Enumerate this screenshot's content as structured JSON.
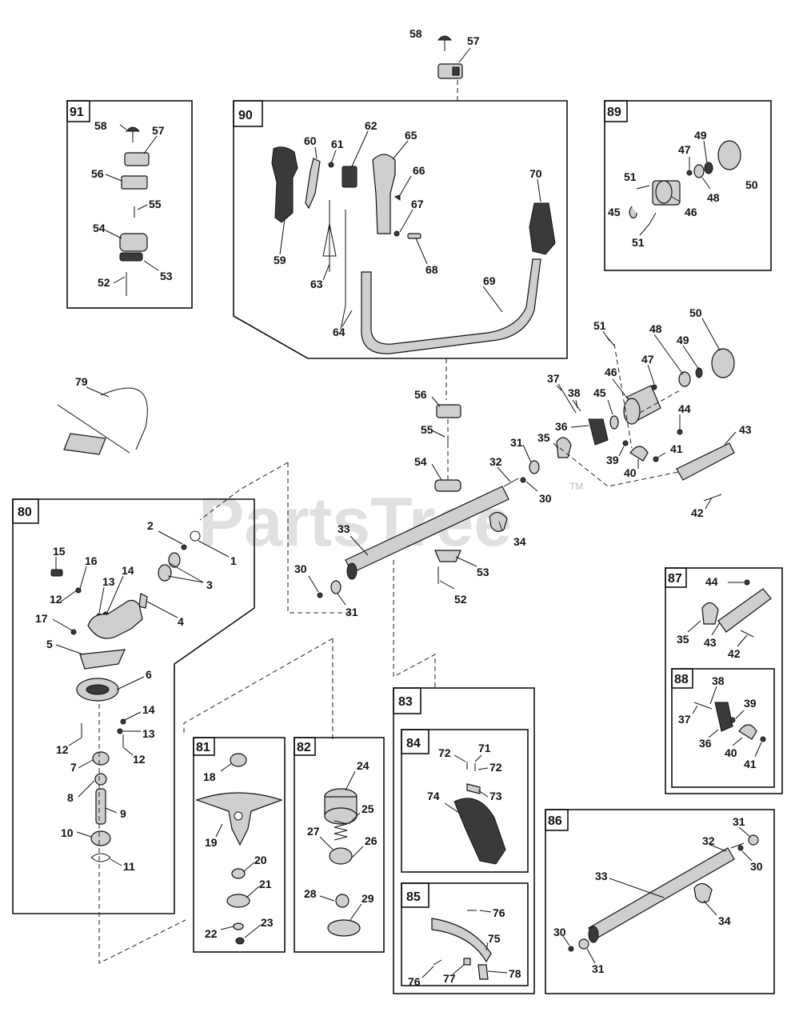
{
  "watermark": {
    "text": "PartsTree",
    "tm": "TM"
  },
  "boxes": {
    "b80": "80",
    "b81": "81",
    "b82": "82",
    "b83": "83",
    "b84": "84",
    "b85": "85",
    "b86": "86",
    "b87": "87",
    "b88": "88",
    "b89": "89",
    "b90": "90",
    "b91": "91"
  },
  "labels": {
    "top58": "58",
    "top57": "57",
    "g91_58": "58",
    "g91_57": "57",
    "g91_56": "56",
    "g91_55": "55",
    "g91_54": "54",
    "g91_53": "53",
    "g91_52": "52",
    "g90_60": "60",
    "g90_61": "61",
    "g90_62": "62",
    "g90_65": "65",
    "g90_66": "66",
    "g90_67": "67",
    "g90_68": "68",
    "g90_70": "70",
    "g90_59": "59",
    "g90_63": "63",
    "g90_69": "69",
    "g90_64": "64",
    "g89_49": "49",
    "g89_47": "47",
    "g89_51a": "51",
    "g89_45": "45",
    "g89_46": "46",
    "g89_48": "48",
    "g89_50": "50",
    "g89_51b": "51",
    "m79": "79",
    "m51": "51",
    "m48": "48",
    "m49": "49",
    "m50": "50",
    "m47": "47",
    "m46": "46",
    "m37": "37",
    "m38": "38",
    "m45": "45",
    "m44": "44",
    "m43": "43",
    "m36": "36",
    "m35": "35",
    "m31": "31",
    "m39": "39",
    "m41": "41",
    "m40": "40",
    "m32": "32",
    "m30": "30",
    "m42": "42",
    "m56": "56",
    "m55": "55",
    "m54": "54",
    "m34": "34",
    "m33": "33",
    "m53": "53",
    "m52": "52",
    "m30b": "30",
    "m31b": "31",
    "g80_2": "2",
    "g80_1": "1",
    "g80_15": "15",
    "g80_16": "16",
    "g80_13": "13",
    "g80_14": "14",
    "g80_3": "3",
    "g80_12": "12",
    "g80_4": "4",
    "g80_17": "17",
    "g80_5": "5",
    "g80_6": "6",
    "g80_14b": "14",
    "g80_13b": "13",
    "g80_12b": "12",
    "g80_12c": "12",
    "g80_7": "7",
    "g80_8": "8",
    "g80_9": "9",
    "g80_10": "10",
    "g80_11": "11",
    "g81_18": "18",
    "g81_19": "19",
    "g81_20": "20",
    "g81_21": "21",
    "g81_22": "22",
    "g81_23": "23",
    "g82_24": "24",
    "g82_25": "25",
    "g82_27": "27",
    "g82_26": "26",
    "g82_28": "28",
    "g82_29": "29",
    "g84_72": "72",
    "g84_71": "71",
    "g84_72b": "72",
    "g84_74": "74",
    "g84_73": "73",
    "g85_76": "76",
    "g85_75": "75",
    "g85_76b": "76",
    "g85_77": "77",
    "g85_78": "78",
    "g87_44": "44",
    "g87_35": "35",
    "g87_43": "43",
    "g87_42": "42",
    "g88_38": "38",
    "g88_37": "37",
    "g88_39": "39",
    "g88_36": "36",
    "g88_40": "40",
    "g88_41": "41",
    "g86_31": "31",
    "g86_32": "32",
    "g86_30": "30",
    "g86_33": "33",
    "g86_34": "34",
    "g86_30b": "30",
    "g86_31b": "31"
  }
}
